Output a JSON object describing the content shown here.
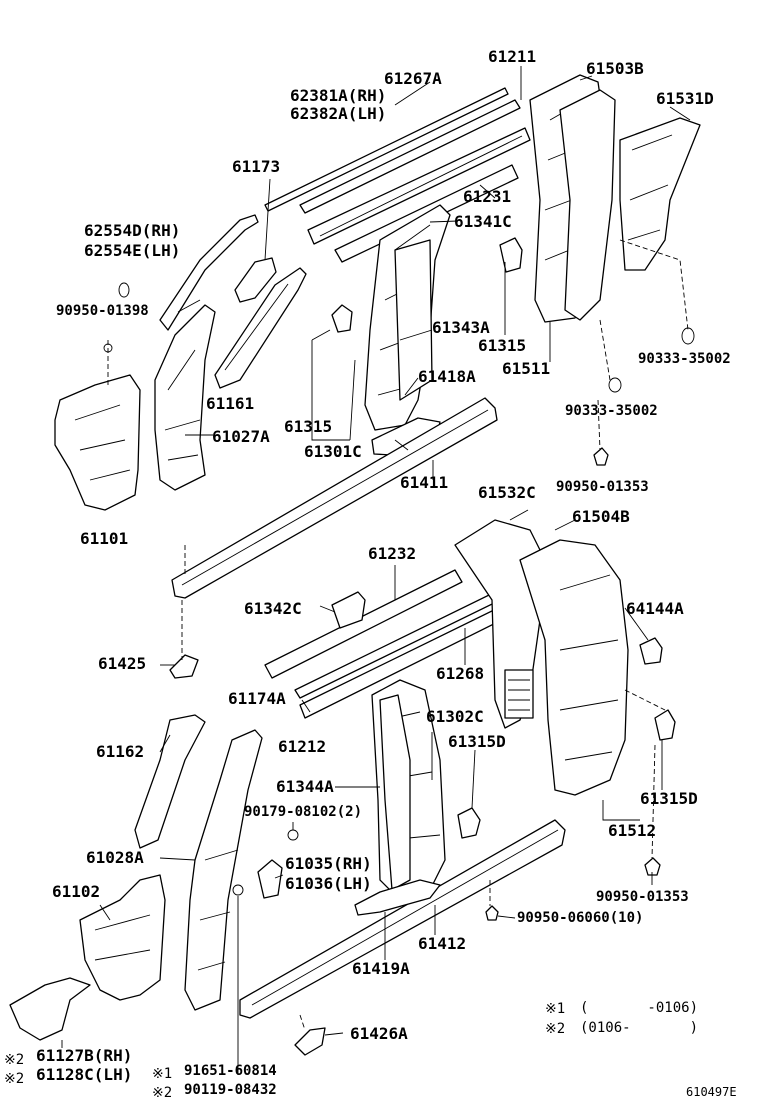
{
  "labels": {
    "p61211": "61211",
    "p61503B": "61503B",
    "p61267A": "61267A",
    "p62381A": "62381A(RH)",
    "p62382A": "62382A(LH)",
    "p61531D": "61531D",
    "p61173": "61173",
    "p61231": "61231",
    "p61341C": "61341C",
    "p62554D": "62554D(RH)",
    "p62554E": "62554E(LH)",
    "p90950_01398": "90950-01398",
    "p61343A": "61343A",
    "p61315_a": "61315",
    "p61511": "61511",
    "p90333_35002_a": "90333-35002",
    "p61161": "61161",
    "p61418A": "61418A",
    "p61315_b": "61315",
    "p61027A": "61027A",
    "p61301C": "61301C",
    "p90333_35002_b": "90333-35002",
    "p90950_01353_a": "90950-01353",
    "p61411": "61411",
    "p61532C": "61532C",
    "p61101": "61101",
    "p61504B": "61504B",
    "p61232": "61232",
    "p61342C": "61342C",
    "p64144A": "64144A",
    "p61425": "61425",
    "p61268": "61268",
    "p61174A": "61174A",
    "p61302C": "61302C",
    "p61212": "61212",
    "p61162": "61162",
    "p61315D_a": "61315D",
    "p61344A": "61344A",
    "p90179_08102": "90179-08102(2)",
    "p61315D_b": "61315D",
    "p61512": "61512",
    "p61028A": "61028A",
    "p61035": "61035(RH)",
    "p61036": "61036(LH)",
    "p61102": "61102",
    "p90950_01353_b": "90950-01353",
    "p90950_06060": "90950-06060(10)",
    "p61412": "61412",
    "p61419A": "61419A",
    "p61426A": "61426A",
    "p61127B": "61127B(RH)",
    "p61128C": "61128C(LH)",
    "p91651": "91651-60814",
    "p90119": "90119-08432"
  },
  "marks": {
    "m1": "※2",
    "m2": "※2",
    "m3": "※1",
    "m4": "※2"
  },
  "notes": {
    "n1_mark": "※1",
    "n1_text": "(       -0106)",
    "n2_mark": "※2",
    "n2_text": "(0106-       )"
  },
  "figure_code": "610497E"
}
